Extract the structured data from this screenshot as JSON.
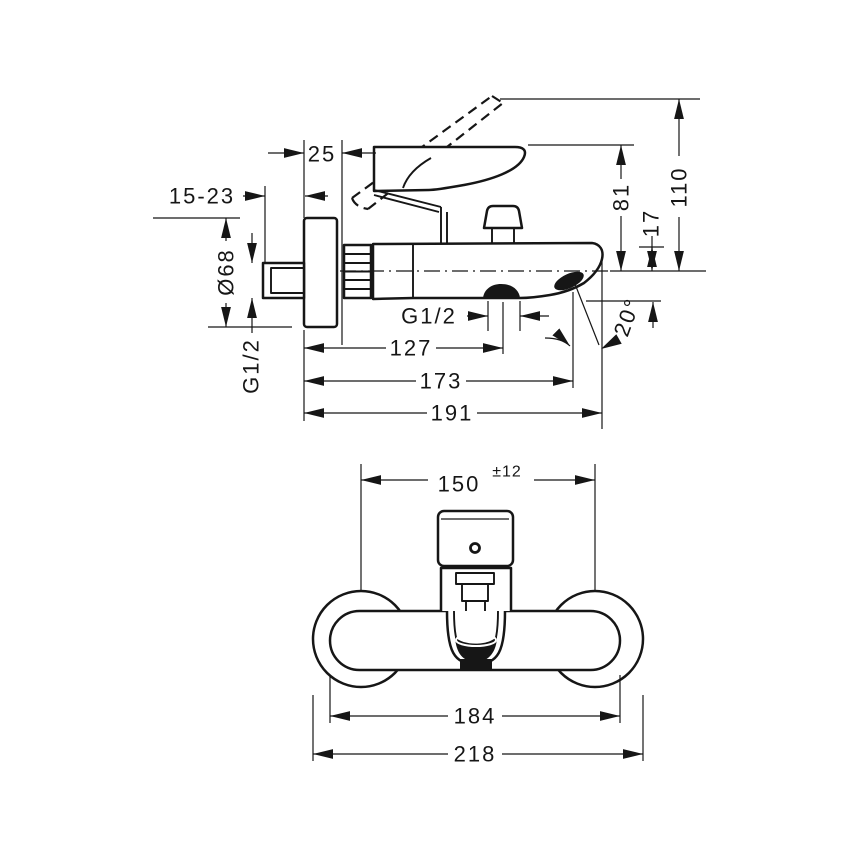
{
  "drawing": {
    "side_view": {
      "plate_depth": "25",
      "wall_depth_range": "15-23",
      "plate_diameter": "Ø68",
      "wall_thread": "G1/2",
      "shower_outlet_thread": "G1/2",
      "len_to_shower_outlet": "127",
      "len_to_aerator": "173",
      "len_total": "191",
      "height_handle": "81",
      "height_body": "17",
      "height_handle_open": "110",
      "spout_angle": "20°"
    },
    "front_view": {
      "centers_distance": "150",
      "centers_tolerance": "±12",
      "body_length": "184",
      "total_width": "218"
    }
  }
}
